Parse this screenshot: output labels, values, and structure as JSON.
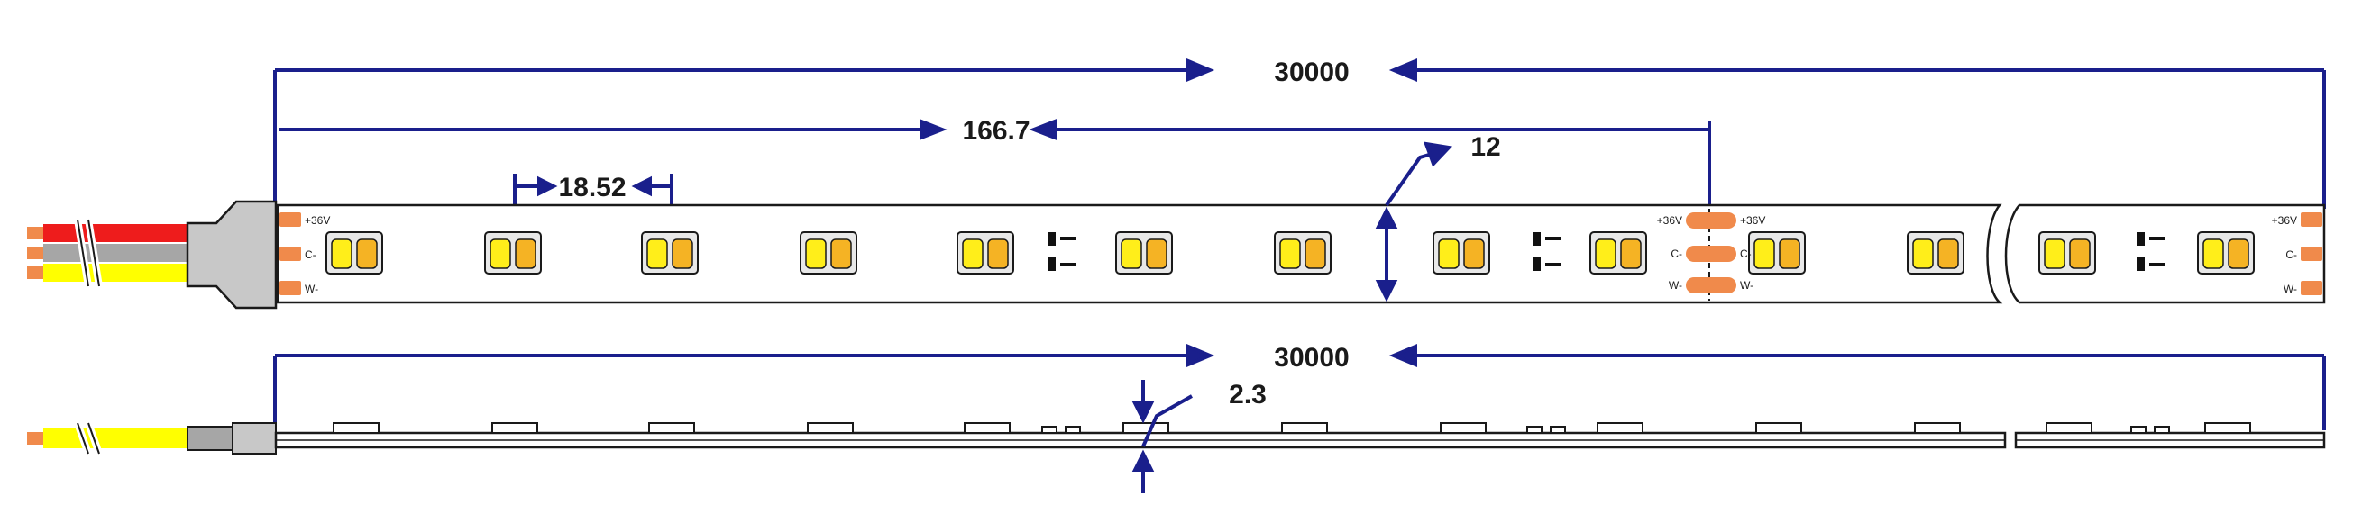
{
  "dimensions": {
    "total_length_top": "30000",
    "segment_length": "166.7",
    "led_pitch": "18.52",
    "strip_width": "12",
    "total_length_side": "30000",
    "thickness": "2.3"
  },
  "pad_labels": {
    "positive": "+36V",
    "channel_c": "C-",
    "channel_w": "W-"
  },
  "colors": {
    "dimension_line": "#1a1f8c",
    "wire_red": "#ee1c1c",
    "wire_gray": "#a6a6a6",
    "wire_yellow": "#ffff00",
    "copper": "#f08a4b",
    "led_warm": "#f5b324",
    "led_cool": "#ffee1a",
    "connector": "#c8c8c8"
  }
}
